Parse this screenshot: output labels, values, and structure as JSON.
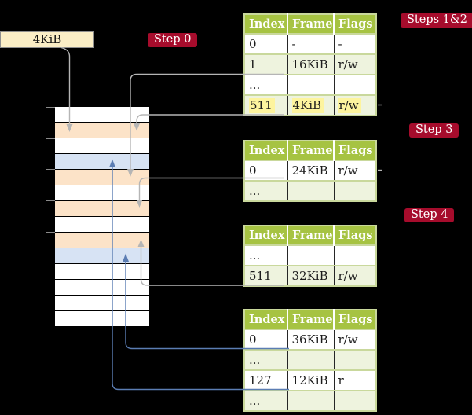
{
  "colors": {
    "background": "#000000",
    "badge_red": "#a60c2c",
    "table_header_green": "#a6c342",
    "table_alt_row_green": "#eef3de",
    "table_border_green": "#c9d89c",
    "highlight_yellow": "#fdf49e",
    "frame_label_cream": "#fbeec6",
    "memory_frame_orange": "#fce3c8",
    "memory_frame_blue": "#d7e3f4",
    "connector_gray": "#b5b5b5",
    "connector_blue": "#5b7db3"
  },
  "frame_label": {
    "text": "4KiB"
  },
  "badges": {
    "step0": "Step 0",
    "steps12": "Steps 1&2",
    "step3": "Step 3",
    "step4": "Step 4"
  },
  "tables": [
    {
      "name": "page-table-steps-1-and-2",
      "headers": [
        "Index",
        "Frame",
        "Flags"
      ],
      "rows": [
        {
          "cells": [
            "0",
            "-",
            "-"
          ],
          "shaded": false,
          "highlighted": false
        },
        {
          "cells": [
            "1",
            "16KiB",
            "r/w"
          ],
          "shaded": true,
          "highlighted": false
        },
        {
          "cells": [
            "...",
            "",
            ""
          ],
          "shaded": false,
          "highlighted": false
        },
        {
          "cells": [
            "511",
            "4KiB",
            "r/w"
          ],
          "shaded": true,
          "highlighted": true
        }
      ]
    },
    {
      "name": "page-table-step-3",
      "headers": [
        "Index",
        "Frame",
        "Flags"
      ],
      "rows": [
        {
          "cells": [
            "0",
            "24KiB",
            "r/w"
          ],
          "shaded": false,
          "highlighted": false
        },
        {
          "cells": [
            "...",
            "",
            ""
          ],
          "shaded": true,
          "highlighted": false
        }
      ]
    },
    {
      "name": "page-table-step-4",
      "headers": [
        "Index",
        "Frame",
        "Flags"
      ],
      "rows": [
        {
          "cells": [
            "...",
            "",
            ""
          ],
          "shaded": false,
          "highlighted": false
        },
        {
          "cells": [
            "511",
            "32KiB",
            "r/w"
          ],
          "shaded": true,
          "highlighted": false
        }
      ]
    },
    {
      "name": "page-table-final",
      "headers": [
        "Index",
        "Frame",
        "Flags"
      ],
      "rows": [
        {
          "cells": [
            "0",
            "36KiB",
            "r/w"
          ],
          "shaded": false,
          "highlighted": false
        },
        {
          "cells": [
            "...",
            "",
            ""
          ],
          "shaded": true,
          "highlighted": false
        },
        {
          "cells": [
            "127",
            "12KiB",
            "r"
          ],
          "shaded": false,
          "highlighted": false
        },
        {
          "cells": [
            "...",
            "",
            ""
          ],
          "shaded": true,
          "highlighted": false
        }
      ]
    }
  ],
  "memory": {
    "row_colors": [
      "white",
      "orange",
      "white",
      "blue",
      "orange",
      "white",
      "orange",
      "white",
      "orange",
      "blue",
      "white",
      "white",
      "white",
      "white"
    ],
    "tick_ys": [
      136,
      156,
      176,
      215,
      255,
      295
    ]
  }
}
